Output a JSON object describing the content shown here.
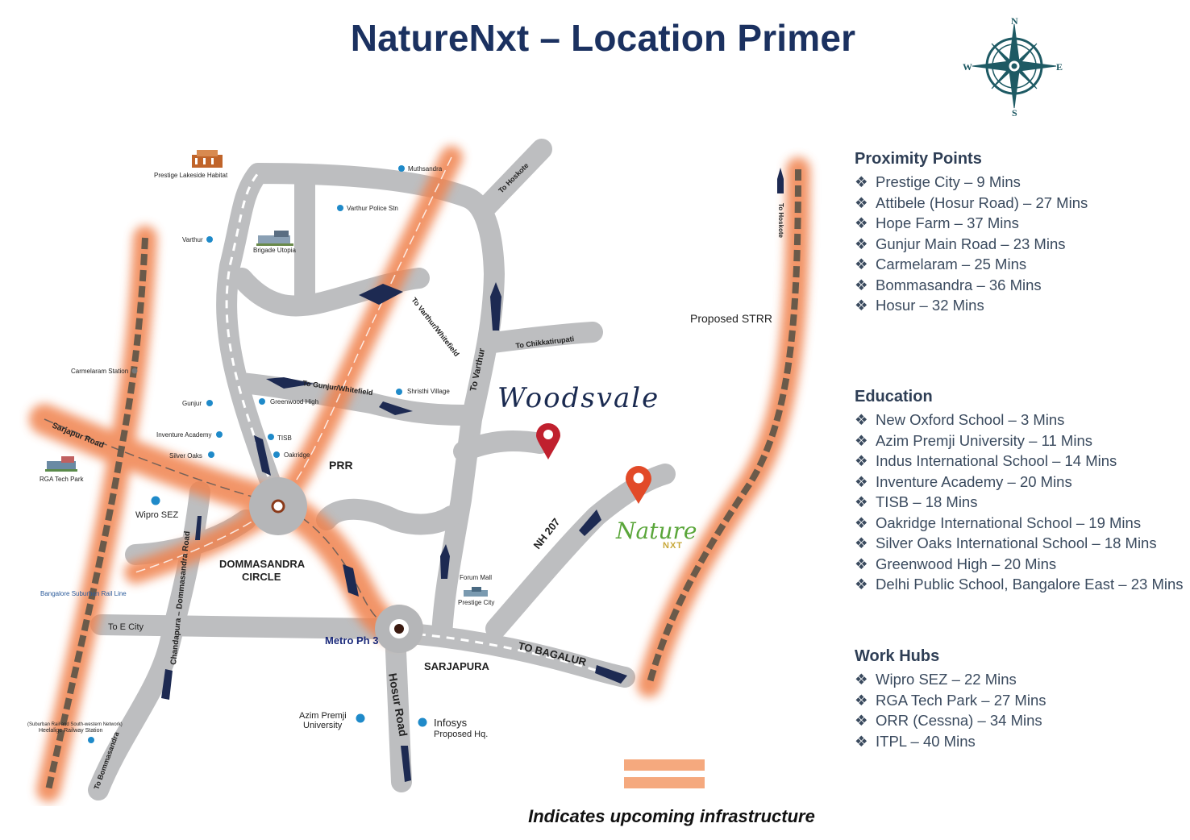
{
  "title": "NatureNxt – Location Primer",
  "compass": {
    "n": "N",
    "s": "S",
    "e": "E",
    "w": "W"
  },
  "colors": {
    "road": "#bdbec0",
    "infra": "#f0824e",
    "title": "#1b3160",
    "arrow": "#1d2a52",
    "compass": "#1e5a64",
    "pin": "#e0412b"
  },
  "map": {
    "places": {
      "prestige_lakeside": "Prestige Lakeside Habitat",
      "muthsandra": "Muthsandra",
      "to_hoskote_top": "To Hoskote",
      "varthur_police": "Varthur Police Stn",
      "varthur": "Varthur",
      "brigade_utopia": "Brigade Utopia",
      "to_varthur_whitefield": "To Varthur/Whitefield",
      "to_varthur": "To Varthur",
      "to_chikkatirupati": "To Chikkatirupati",
      "carmelaram_station": "Carmelaram Station",
      "to_gunjur_whitefield": "To Gunjur/Whitefield",
      "shristhi_village": "Shristhi Village",
      "gunjur": "Gunjur",
      "greenwood_high": "Greenwood High",
      "inventure_academy": "Inventure Academy",
      "tisb": "TISB",
      "silver_oaks": "Silver Oaks",
      "oakridge": "Oakridge",
      "sarjapur_road": "Sarjapur Road",
      "rga_tech_park": "RGA Tech Park",
      "prr": "PRR",
      "wipro_sez": "Wipro SEZ",
      "nh207": "NH 207",
      "chandapura_road": "Chandapura – Dommasandra Road",
      "dommasandra_circle_1": "DOMMASANDRA",
      "dommasandra_circle_2": "CIRCLE",
      "forum_mall": "Forum Mall",
      "prestige_city": "Prestige City",
      "bangalore_rail": "Bangalore Suburban Rail Line",
      "to_e_city": "To E City",
      "metro": "Metro Ph 3",
      "to_bagalur": "TO BAGALUR",
      "sarjapura": "SARJAPURA",
      "hosur_road": "Hosur Road",
      "azim_premji_1": "Azim Premji",
      "azim_premji_2": "University",
      "infosys_1": "Infosys",
      "infosys_2": "Proposed Hq.",
      "heelalige_1": "(Suburban Rail and South-western Network)",
      "heelalige_2": "Heelalige Railway Station",
      "to_bommasandra": "To Bommasandra",
      "to_hoskote_right": "To Hoskote",
      "proposed_strr": "Proposed STRR",
      "woodsvale": "Woodsvale",
      "nature": "Nature",
      "nxt": "NXT"
    }
  },
  "panel": {
    "proximity": {
      "heading": "Proximity Points",
      "items": [
        "Prestige City – 9 Mins",
        "Attibele (Hosur Road) – 27 Mins",
        "Hope Farm – 37 Mins",
        "Gunjur Main Road – 23 Mins",
        "Carmelaram – 25 Mins",
        "Bommasandra – 36 Mins",
        "Hosur – 32 Mins"
      ]
    },
    "education": {
      "heading": "Education",
      "items": [
        "New Oxford School – 3 Mins",
        "Azim Premji University – 11 Mins",
        "Indus International School – 14 Mins",
        "Inventure Academy – 20 Mins",
        "TISB – 18 Mins",
        "Oakridge International School – 19 Mins",
        "Silver Oaks International School – 18 Mins",
        "Greenwood High – 20 Mins",
        "Delhi Public School, Bangalore East – 23 Mins"
      ]
    },
    "work": {
      "heading": "Work Hubs",
      "items": [
        "Wipro SEZ – 22 Mins",
        "RGA Tech Park – 27 Mins",
        "ORR (Cessna) – 34 Mins",
        "ITPL – 40 Mins"
      ]
    }
  },
  "bullet": "❖",
  "legend": "Indicates upcoming infrastructure"
}
